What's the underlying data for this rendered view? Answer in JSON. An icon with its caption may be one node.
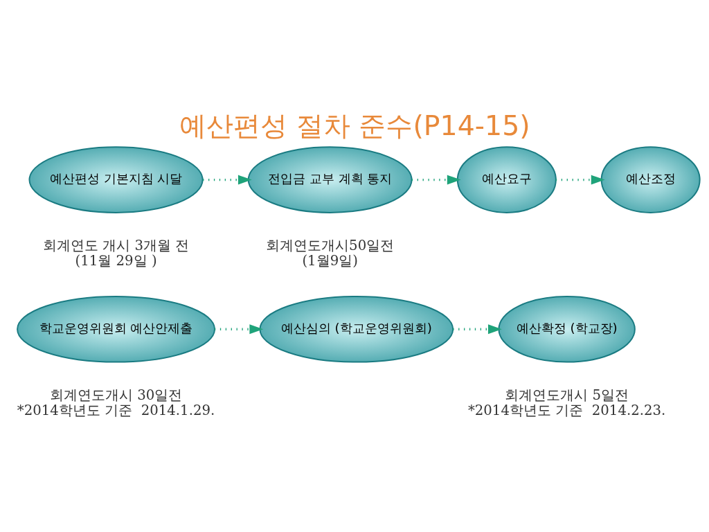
{
  "diagram": {
    "title": "예산편성 절차 준수(P14-15)",
    "nodes": [
      {
        "text": [
          "예산편성 기본지침 시달"
        ],
        "beside": [
          "회계연도 개시 3개월 전",
          "(11월 29일 )"
        ]
      },
      {
        "text": [
          "전입금 교부 계획 통지"
        ],
        "beside": [
          "회계연도개시50일전",
          "(1월9일)"
        ]
      },
      {
        "text": [
          "예산요구"
        ]
      },
      {
        "text": [
          "예산조정"
        ]
      },
      {
        "text": [
          "학교운영위원회 예산안제출"
        ],
        "beside": [
          "회계연도개시 30일전",
          "*2014학년도 기준  2014.1.29."
        ]
      },
      {
        "text": [
          "예산심의 (학교운영위원회)"
        ]
      },
      {
        "text": [
          "예산확정 (학교장)"
        ],
        "beside": [
          "회계연도개시 5일전",
          "*2014학년도 기준  2014.2.23."
        ]
      }
    ],
    "edges": [
      {
        "from": 0,
        "to": 1,
        "arrow": "to"
      },
      {
        "from": 1,
        "to": 2,
        "arrow": "to"
      },
      {
        "from": 2,
        "to": 3,
        "arrow": "to"
      },
      {
        "from": 4,
        "to": 5,
        "arrow": "to"
      },
      {
        "from": 5,
        "to": 6,
        "arrow": "to"
      }
    ]
  }
}
